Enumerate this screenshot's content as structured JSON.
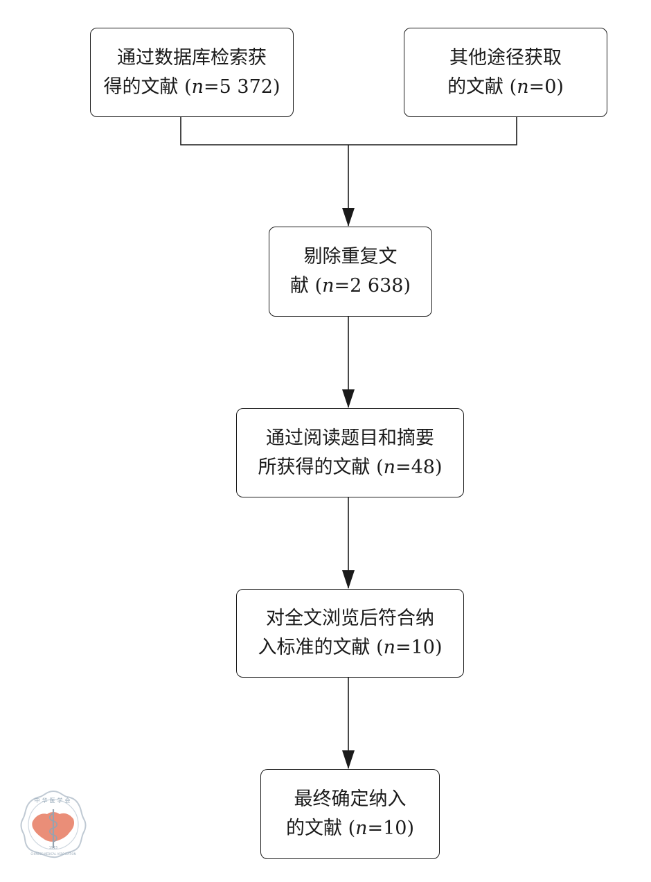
{
  "flowchart": {
    "boxes": [
      {
        "id": "database-search",
        "lines": [
          {
            "text": "通过数据库检索获"
          },
          {
            "prefix": "得的文献 (",
            "var": "n",
            "suffix": "=5 372)"
          }
        ]
      },
      {
        "id": "other-sources",
        "lines": [
          {
            "text": "其他途径获取"
          },
          {
            "prefix": "的文献 (",
            "var": "n",
            "suffix": "=0)"
          }
        ]
      },
      {
        "id": "duplicates-removed",
        "lines": [
          {
            "text": "剔除重复文"
          },
          {
            "prefix": "献 (",
            "var": "n",
            "suffix": "=2 638)"
          }
        ]
      },
      {
        "id": "title-abstract-screened",
        "lines": [
          {
            "text": "通过阅读题目和摘要"
          },
          {
            "prefix": "所获得的文献 (",
            "var": "n",
            "suffix": "=48)"
          }
        ]
      },
      {
        "id": "fulltext-eligible",
        "lines": [
          {
            "text": "对全文浏览后符合纳"
          },
          {
            "prefix": "入标准的文献 (",
            "var": "n",
            "suffix": "=10)"
          }
        ]
      },
      {
        "id": "final-included",
        "lines": [
          {
            "text": "最终确定纳入"
          },
          {
            "prefix": "的文献 (",
            "var": "n",
            "suffix": "=10)"
          }
        ]
      }
    ]
  },
  "watermark": {
    "text_top": "中华医学会",
    "text_bottom": "CHINESE MEDICAL ASSOCIATION",
    "year": "1915",
    "color": "#e8826a",
    "ring_color": "#b9c4cf"
  }
}
